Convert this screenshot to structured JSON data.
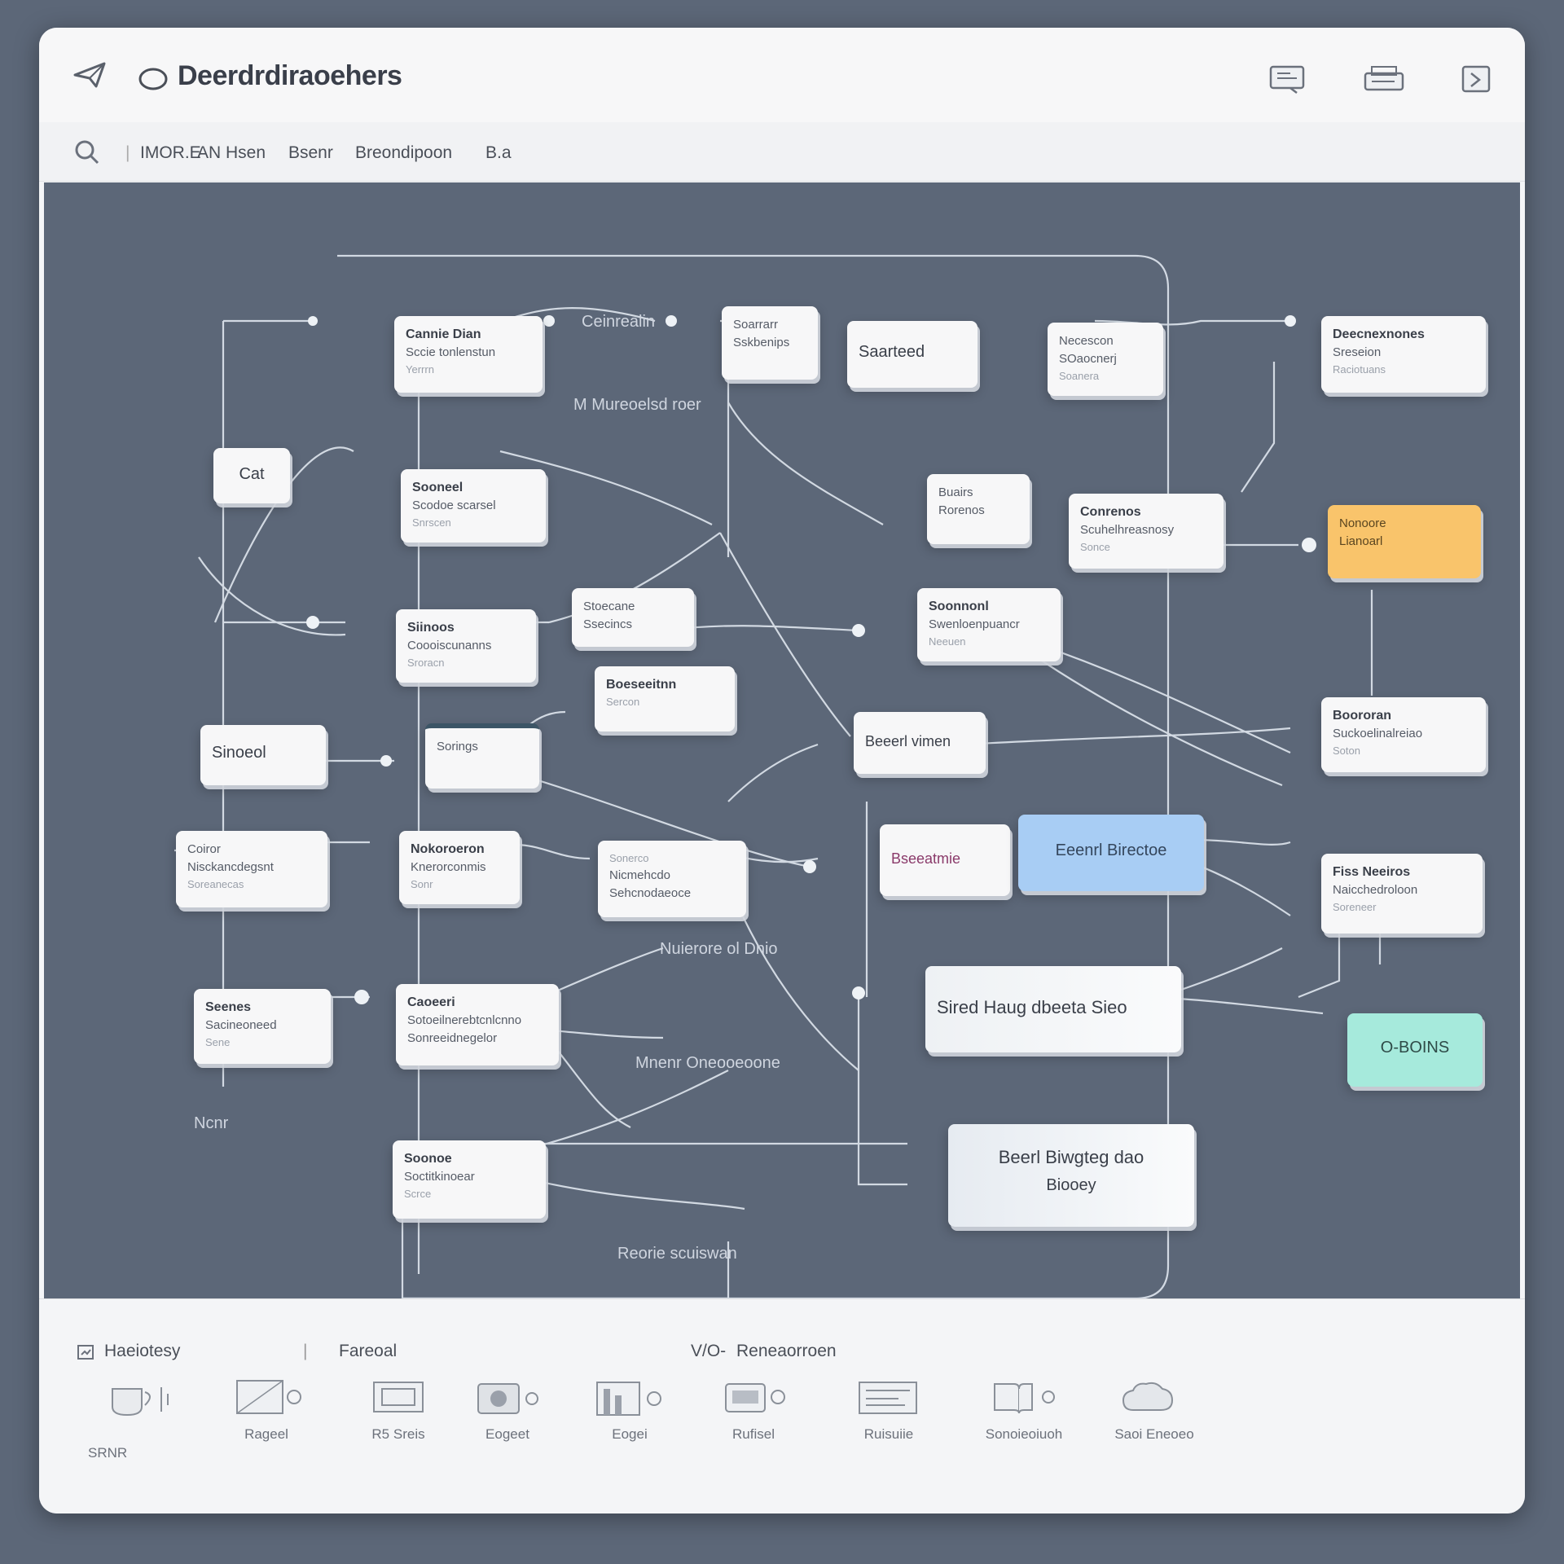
{
  "window": {
    "title": "Deerdrdiraoehers",
    "toolbar_items": [
      "IMOR.E",
      "AN Hsen",
      "Bsenr",
      "Breondipoon",
      "B.a"
    ]
  },
  "canvas": {
    "nodes": [
      {
        "id": "n1",
        "lines": [
          "Cannie Dian",
          "Sccie tonlenstun",
          "Yerrrn"
        ]
      },
      {
        "id": "n2",
        "lines": [
          "Soarrarr",
          "Sskbenips"
        ]
      },
      {
        "id": "n3",
        "lines": [
          "Saarteed"
        ]
      },
      {
        "id": "n4",
        "lines": [
          "Necescon",
          "SOaocnerj",
          "Soanera"
        ]
      },
      {
        "id": "n5",
        "lines": [
          "Deecnexnones",
          "Sreseion",
          "Raciotuans"
        ]
      },
      {
        "id": "n6",
        "lines": [
          "Cat"
        ]
      },
      {
        "id": "n7",
        "lines": [
          "Sooneel",
          "Scodoe scarsel",
          "Snrscen"
        ]
      },
      {
        "id": "n8",
        "lines": [
          "Buairs",
          "Rorenos"
        ]
      },
      {
        "id": "n9",
        "lines": [
          "Conrenos",
          "Scuhelhreasnosy",
          "Sonce"
        ]
      },
      {
        "id": "n10",
        "lines": [
          "Nonoore",
          "Lianoarl"
        ]
      },
      {
        "id": "n11",
        "lines": [
          "Siinoos",
          "Coooiscunanns",
          "Sroracn"
        ]
      },
      {
        "id": "n12",
        "lines": [
          "Stoecane",
          "Ssecincs"
        ]
      },
      {
        "id": "n13",
        "lines": [
          "Soonnonl",
          "Swenloenpuancr",
          "Neeuen"
        ]
      },
      {
        "id": "n14",
        "lines": [
          "Boeseeitnn",
          "Sercon"
        ]
      },
      {
        "id": "n15",
        "lines": [
          "Sinoeol"
        ]
      },
      {
        "id": "n16",
        "lines": [
          "Sorings"
        ]
      },
      {
        "id": "n17",
        "lines": [
          "Beeerl vimen"
        ]
      },
      {
        "id": "n18",
        "lines": [
          "Boororan",
          "Suckoelinalreiao",
          "Soton"
        ]
      },
      {
        "id": "n19",
        "lines": [
          "Coiror",
          "Nisckancdegsnt",
          "Soreanecas"
        ]
      },
      {
        "id": "n20",
        "lines": [
          "Nokoroeron",
          "Knerorconmis",
          "Sonr"
        ]
      },
      {
        "id": "n21",
        "lines": [
          "Sonerco",
          "Nicmehcdo",
          "Sehcnodaeoce"
        ]
      },
      {
        "id": "n22",
        "lines": [
          "Bseeatmie"
        ]
      },
      {
        "id": "n23",
        "lines": [
          "Eeenrl Birectoe"
        ]
      },
      {
        "id": "n24",
        "lines": [
          "Fiss Neeiros",
          "Naicchedroloon",
          "Soreneer"
        ]
      },
      {
        "id": "n25",
        "lines": [
          "Seenes",
          "Sacineoneed",
          "Sene"
        ]
      },
      {
        "id": "n26",
        "lines": [
          "Caoeeri",
          "Sotoeilnerebtcnlcnno",
          "Sonreeidnegelor"
        ]
      },
      {
        "id": "n27",
        "lines": [
          "Sired Haug dbeeta Sieo"
        ]
      },
      {
        "id": "n28",
        "lines": [
          "O-BOINS"
        ]
      },
      {
        "id": "n29",
        "lines": [
          "Soonoe",
          "Soctitkinoear",
          "Scrce"
        ]
      },
      {
        "id": "n30",
        "lines": [
          "Beerl Biwgteg dao",
          "Biooey"
        ]
      }
    ],
    "edge_labels": [
      "Ceinrealin",
      "M Mureoelsd roer",
      "Nuierore ol Dnio",
      "Mnenr Oneooeoone",
      "Ncnr",
      "Reorie scuiswan"
    ],
    "colors": {
      "canvas": "#5c6778",
      "edge": "#dfe6ee",
      "node": "#f7f7f8",
      "orange": "#f9c46b",
      "blue": "#a8cdf4",
      "teal": "#a6eadc"
    }
  },
  "palette": {
    "headers": [
      "Haeiotesy",
      "Fareoal",
      "Reneaorroen"
    ],
    "items": [
      {
        "icon": "cup-icon",
        "label": ""
      },
      {
        "icon": "monitor-icon",
        "label": "Rageel"
      },
      {
        "icon": "board-icon",
        "label": "R5 Sreis"
      },
      {
        "icon": "camera-icon",
        "label": "Eogeet"
      },
      {
        "icon": "bars-icon",
        "label": "Eogei"
      },
      {
        "icon": "device-icon",
        "label": "Rufisel"
      },
      {
        "icon": "panel-icon",
        "label": "Ruisuiie"
      },
      {
        "icon": "book-icon",
        "label": "Sonoieoiuoh"
      },
      {
        "icon": "cloud-icon",
        "label": "Saoi Eneoeo"
      }
    ],
    "bottom_label": "SRNR"
  }
}
